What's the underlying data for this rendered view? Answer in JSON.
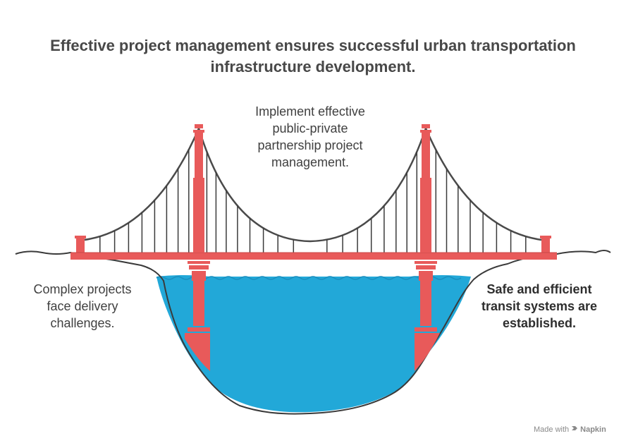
{
  "title": {
    "line1": "Effective project management ensures successful urban transportation",
    "line2": "infrastructure development."
  },
  "labels": {
    "top": [
      "Implement effective",
      "public-private",
      "partnership project",
      "management."
    ],
    "left": [
      "Complex projects",
      "face delivery",
      "challenges."
    ],
    "right": [
      "Safe and efficient",
      "transit systems are",
      "established."
    ]
  },
  "watermark": {
    "prefix": "Made with",
    "brand": "Napkin"
  },
  "colors": {
    "tower": "#e85a5a",
    "water": "#22a8d8",
    "outline": "#3a3a3a",
    "cable": "#4a4a4a"
  }
}
